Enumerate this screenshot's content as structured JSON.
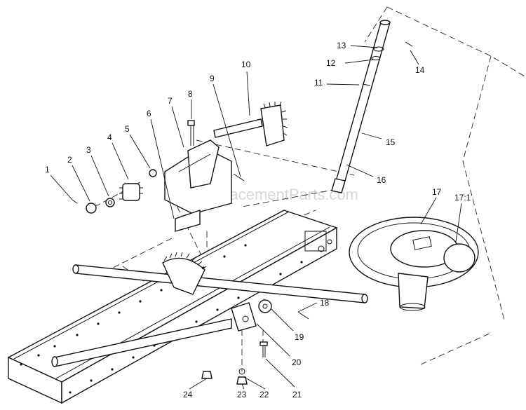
{
  "diagram": {
    "watermark": "eReplacementParts.com",
    "callouts": [
      {
        "id": "1",
        "label": "1"
      },
      {
        "id": "2",
        "label": "2"
      },
      {
        "id": "3",
        "label": "3"
      },
      {
        "id": "4",
        "label": "4"
      },
      {
        "id": "5",
        "label": "5"
      },
      {
        "id": "6",
        "label": "6"
      },
      {
        "id": "7",
        "label": "7"
      },
      {
        "id": "8",
        "label": "8"
      },
      {
        "id": "9",
        "label": "9"
      },
      {
        "id": "10",
        "label": "10"
      },
      {
        "id": "11",
        "label": "11"
      },
      {
        "id": "12",
        "label": "12"
      },
      {
        "id": "13",
        "label": "13"
      },
      {
        "id": "14",
        "label": "14"
      },
      {
        "id": "15",
        "label": "15"
      },
      {
        "id": "16",
        "label": "16"
      },
      {
        "id": "17",
        "label": "17"
      },
      {
        "id": "17_1",
        "label": "17:1"
      },
      {
        "id": "18",
        "label": "18"
      },
      {
        "id": "19",
        "label": "19"
      },
      {
        "id": "20",
        "label": "20"
      },
      {
        "id": "21",
        "label": "21"
      },
      {
        "id": "22",
        "label": "22"
      },
      {
        "id": "23",
        "label": "23"
      },
      {
        "id": "24",
        "label": "24"
      }
    ]
  }
}
